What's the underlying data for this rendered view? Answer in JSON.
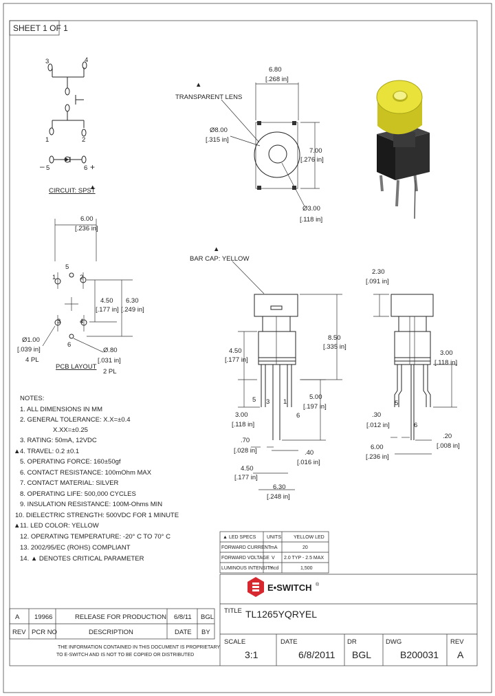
{
  "sheet_label": "SHEET 1 OF 1",
  "circuit": {
    "pins": [
      "3",
      "4",
      "1",
      "2",
      "5",
      "6"
    ],
    "led_minus": "–",
    "led_plus": "+",
    "caption": "CIRCUIT: SPST"
  },
  "top_view": {
    "width_mm": "6.80",
    "width_in": "[.268 in]",
    "lens_label": "TRANSPARENT LENS",
    "outer_dia_mm": "Ø8.00",
    "outer_dia_in": "[.315 in]",
    "height_mm": "7.00",
    "height_in": "[.276 in]",
    "inner_dia_mm": "Ø3.00",
    "inner_dia_in": "[.118 in]"
  },
  "pcb_layout": {
    "width_mm": "6.00",
    "width_in": "[.236 in]",
    "pitch_mm": "4.50",
    "pitch_in": "[.177 in]",
    "row_mm": "6.30",
    "row_in": "[.249 in]",
    "hole_dia_mm": "Ø1.00",
    "hole_dia_in": "[.039 in]",
    "hole_count": "4 PL",
    "led_hole_mm": "Ø.80",
    "led_hole_in": "[.031 in]",
    "led_count": "2 PL",
    "caption": "PCB LAYOUT",
    "pins": [
      "5",
      "1",
      "2",
      "3",
      "4",
      "6"
    ]
  },
  "front_view": {
    "cap_label": "BAR CAP: YELLOW",
    "height_mm": "8.50",
    "height_in": "[.335 in]",
    "body_mm": "4.50",
    "body_in": "[.177 in]",
    "pin_mm": "3.00",
    "pin_in": "[.118 in]",
    "led_pin_mm": "5.00",
    "led_pin_in": "[.197 in]",
    "pin_w_mm": ".70",
    "pin_w_in": "[.028 in]",
    "led_w_mm": ".40",
    "led_w_in": "[.016 in]",
    "span_mm": "4.50",
    "span_in": "[.177 in]",
    "span2_mm": "6.30",
    "span2_in": "[.248 in]",
    "pins": [
      "5",
      "3",
      "1",
      "6"
    ]
  },
  "side_view": {
    "cap_mm": "2.30",
    "cap_in": "[.091 in]",
    "pin_mm": "3.00",
    "pin_in": "[.118 in]",
    "kink_mm": ".30",
    "kink_in": "[.012 in]",
    "lead_mm": ".20",
    "lead_in": "[.008 in]",
    "width_mm": "6.00",
    "width_in": "[.236 in]",
    "pins": [
      "5",
      "6"
    ]
  },
  "notes": {
    "title": "NOTES:",
    "items": [
      "1. ALL DIMENSIONS IN MM",
      "2. GENERAL TOLERANCE: X.X=±0.4",
      "X.XX=±0.25",
      "3. RATING: 50mA, 12VDC",
      "4. TRAVEL: 0.2 ±0.1",
      "5. OPERATING FORCE: 160±50gf",
      "6. CONTACT RESISTANCE: 100mOhm MAX",
      "7. CONTACT MATERIAL: SILVER",
      "8. OPERATING LIFE: 500,000 CYCLES",
      "9. INSULATION RESISTANCE: 100M-Ohms MIN",
      "10. DIELECTRIC STRENGTH: 500VDC FOR 1 MINUTE",
      "11. LED COLOR: YELLOW",
      "12. OPERATING TEMPERATURE: -20° C TO 70° C",
      "13. 2002/95/EC (ROHS) COMPLIANT",
      "14. ▲ DENOTES CRITICAL PARAMETER"
    ]
  },
  "led_specs": {
    "header": [
      "LED SPECS",
      "UNITS",
      "YELLOW LED"
    ],
    "rows": [
      [
        "FORWARD CURRENT",
        "mA",
        "20"
      ],
      [
        "FORWARD VOLTAGE",
        "V",
        "2.0 TYP - 2.5 MAX"
      ],
      [
        "LUMINOUS INTENSITY",
        "mcd",
        "1,500"
      ]
    ]
  },
  "logo": {
    "text": "E•SWITCH",
    "mark": "®",
    "color": "#d7282f"
  },
  "title_block": {
    "title_label": "TITLE",
    "title": "TL1265YQRYEL",
    "scale_label": "SCALE",
    "scale": "3:1",
    "date_label": "DATE",
    "date": "6/8/2011",
    "dr_label": "DR",
    "dr": "BGL",
    "dwg_label": "DWG",
    "dwg": "B200031",
    "rev_label": "REV",
    "rev": "A"
  },
  "revisions": {
    "row": [
      "A",
      "19966",
      "RELEASE FOR PRODUCTION",
      "6/8/11",
      "BGL"
    ],
    "header": [
      "REV",
      "PCR NO",
      "DESCRIPTION",
      "DATE",
      "BY"
    ],
    "notice_line1": "THE INFORMATION CONTAINED IN THIS DOCUMENT IS PROPRIETARY",
    "notice_line2": "TO E-SWITCH AND IS NOT TO BE COPIED OR DISTRIBUTED"
  },
  "colors": {
    "cap_yellow": "#e8e23a",
    "body_black": "#1a1a1a",
    "logo_red": "#d7282f"
  }
}
